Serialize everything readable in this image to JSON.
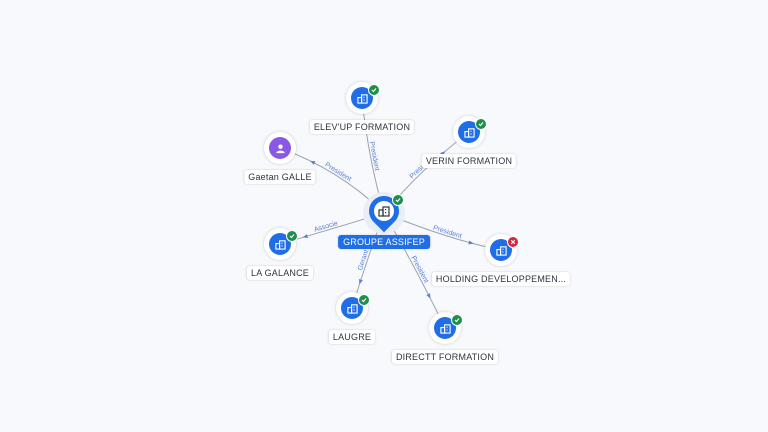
{
  "colors": {
    "company": "#1f6ee8",
    "person": "#8a58e6",
    "active": "#1f8f4e",
    "inactive": "#d6263d",
    "edge_label": "#5b7fd6"
  },
  "center": {
    "label": "GROUPE ASSIFEP",
    "icon": "building-icon",
    "status": "active"
  },
  "nodes": [
    {
      "id": "elevup",
      "label": "ELEV'UP FORMATION",
      "type": "company",
      "status": "active"
    },
    {
      "id": "verin",
      "label": "VERIN FORMATION",
      "type": "company",
      "status": "active"
    },
    {
      "id": "gaetan",
      "label": "Gaetan GALLE",
      "type": "person",
      "status": "none"
    },
    {
      "id": "galance",
      "label": "LA GALANCE",
      "type": "company",
      "status": "active"
    },
    {
      "id": "holding",
      "label": "HOLDING DEVELOPPEMEN...",
      "type": "company",
      "status": "inactive"
    },
    {
      "id": "laugre",
      "label": "LAUGRE",
      "type": "company",
      "status": "active"
    },
    {
      "id": "directt",
      "label": "DIRECTT FORMATION",
      "type": "company",
      "status": "active"
    }
  ],
  "edges": [
    {
      "to": "elevup",
      "label": "President"
    },
    {
      "to": "verin",
      "label": "President"
    },
    {
      "to": "gaetan",
      "label": "President"
    },
    {
      "to": "galance",
      "label": "Associe"
    },
    {
      "to": "holding",
      "label": "President"
    },
    {
      "to": "laugre",
      "label": "Gerant"
    },
    {
      "to": "directt",
      "label": "President"
    }
  ]
}
